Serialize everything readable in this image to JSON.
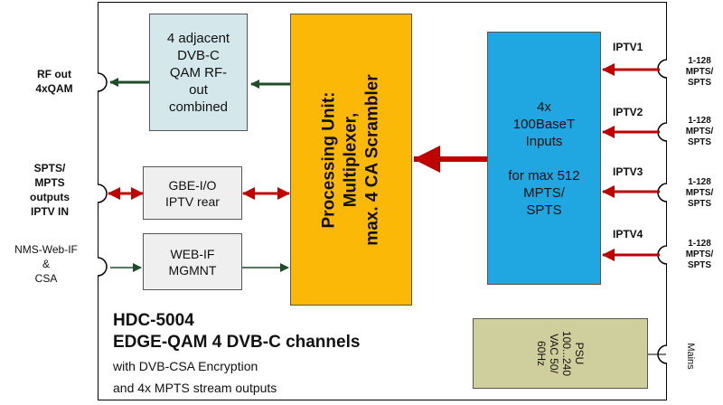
{
  "blocks": {
    "qam_combined": [
      "4 adjacent",
      "DVB-C",
      "QAM RF-",
      "out",
      "combined"
    ],
    "gbe_io": [
      "GBE-I/O",
      "IPTV rear"
    ],
    "web_if": [
      "WEB-IF",
      "MGMNT"
    ],
    "processing_unit": [
      "Processing Unit:",
      "Multiplexer,",
      "max. 4 CA Scrambler"
    ],
    "inputs": [
      "4x",
      "100BaseT",
      "Inputs",
      "for max 512",
      "MPTS/",
      "SPTS"
    ],
    "psu": [
      "PSU",
      "100...240",
      "VAC 50/",
      "60Hz"
    ]
  },
  "left_ports": {
    "rf_out": [
      "RF out",
      "4xQAM"
    ],
    "spts_mpts": [
      "SPTS/",
      "MPTS",
      "outputs",
      "IPTV IN"
    ],
    "nms": [
      "NMS-Web-IF",
      "&",
      "CSA"
    ]
  },
  "right_ports": [
    {
      "name": "IPTV1",
      "label": [
        "1-128",
        "MPTS/",
        "SPTS"
      ]
    },
    {
      "name": "IPTV2",
      "label": [
        "1-128",
        "MPTS/",
        "SPTS"
      ]
    },
    {
      "name": "IPTV3",
      "label": [
        "1-128",
        "MPTS/",
        "SPTS"
      ]
    },
    {
      "name": "IPTV4",
      "label": [
        "1-128",
        "MPTS/",
        "SPTS"
      ]
    }
  ],
  "mains_label": "Mains",
  "title": {
    "model": "HDC-5004",
    "product": "EDGE-QAM 4 DVB-C channels",
    "line1": "with DVB-CSA Encryption",
    "line2": "and 4x MPTS stream outputs"
  },
  "colors": {
    "qam": "#d4e8ec",
    "io_boxes": "#efefef",
    "processing": "#fbb806",
    "inputs": "#20a7e2",
    "psu": "#cfcf9d",
    "red_arrow": "#c00000",
    "green_arrow": "#1f4d2a"
  }
}
